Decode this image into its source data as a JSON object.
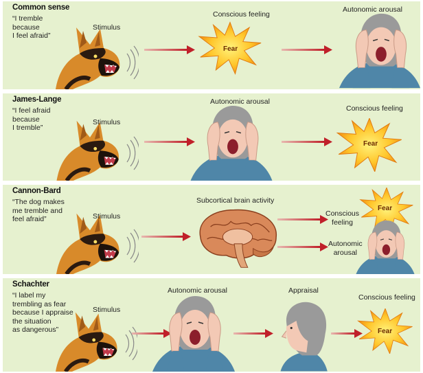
{
  "panels": [
    {
      "title": "Common sense",
      "quote": "“I tremble\nbecause\nI feel afraid”",
      "stimulus": "Stimulus",
      "label_a": "Conscious feeling",
      "fear": "Fear",
      "label_b": "Autonomic arousal"
    },
    {
      "title": "James-Lange",
      "quote": "“I feel afraid\nbecause\nI tremble”",
      "stimulus": "Stimulus",
      "label_a": "Autonomic arousal",
      "label_b": "Conscious feeling",
      "fear": "Fear"
    },
    {
      "title": "Cannon-Bard",
      "quote": "“The dog makes\nme tremble and\nfeel afraid”",
      "stimulus": "Stimulus",
      "label_a": "Subcortical brain activity",
      "label_b": "Conscious\nfeeling",
      "fear": "Fear",
      "label_c": "Autonomic\narousal"
    },
    {
      "title": "Schachter",
      "quote": "“I label my\ntrembling as fear\nbecause I appraise\nthe situation\nas dangerous”",
      "stimulus": "Stimulus",
      "label_a": "Autonomic arousal",
      "label_b": "Appraisal",
      "label_c": "Conscious feeling",
      "fear": "Fear"
    }
  ],
  "colors": {
    "panel_bg": "#e6f1cf",
    "arrow": "#c0202a",
    "star_outer": "#f5a21b",
    "star_inner": "#ffe45a",
    "dog_fur": "#d88a2a",
    "dog_dark": "#2a1a10",
    "skin": "#f3c9b5",
    "hair": "#9a9a9a",
    "shirt": "#4f86a8",
    "brain": "#d9895a"
  },
  "icons": [
    "dog-icon",
    "fear-star-icon",
    "screaming-person-icon",
    "brain-icon",
    "calm-profile-icon",
    "arrow-icon"
  ]
}
